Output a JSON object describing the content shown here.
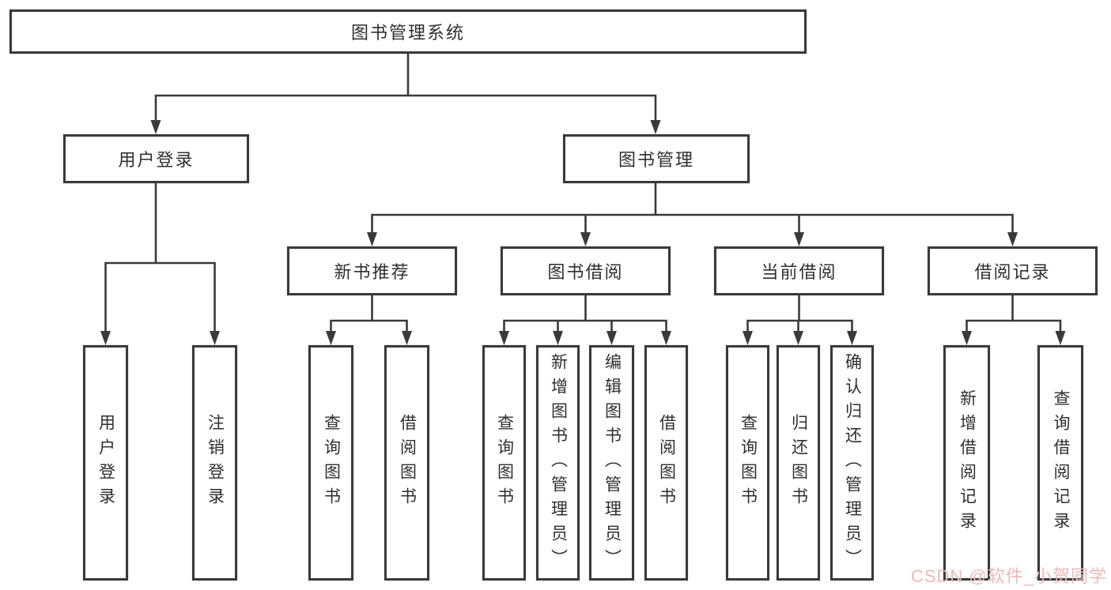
{
  "diagram": {
    "title": "图书管理系统",
    "nodes": {
      "root": {
        "label": "图书管理系统"
      },
      "user_login": {
        "label": "用户登录"
      },
      "book_mgmt": {
        "label": "图书管理"
      },
      "new_book_rec": {
        "label": "新书推荐"
      },
      "book_borrow": {
        "label": "图书借阅"
      },
      "current_borrow": {
        "label": "当前借阅"
      },
      "borrow_records": {
        "label": "借阅记录"
      },
      "leaf_user_login": {
        "label": "用户登录"
      },
      "leaf_logout": {
        "label": "注销登录"
      },
      "leaf_nb_query": {
        "label": "查询图书"
      },
      "leaf_nb_borrow": {
        "label": "借阅图书"
      },
      "leaf_bb_query": {
        "label": "查询图书"
      },
      "leaf_bb_add": {
        "label": "新增图书（管理员）"
      },
      "leaf_bb_edit": {
        "label": "编辑图书（管理员）"
      },
      "leaf_bb_borrow": {
        "label": "借阅图书"
      },
      "leaf_cb_query": {
        "label": "查询图书"
      },
      "leaf_cb_return": {
        "label": "归还图书"
      },
      "leaf_cb_confirm": {
        "label": "确认归还（管理员）"
      },
      "leaf_rec_add": {
        "label": "新增借阅记录"
      },
      "leaf_rec_query": {
        "label": "查询借阅记录"
      }
    },
    "edges": [
      [
        "root",
        "user_login"
      ],
      [
        "root",
        "book_mgmt"
      ],
      [
        "user_login",
        "leaf_user_login"
      ],
      [
        "user_login",
        "leaf_logout"
      ],
      [
        "book_mgmt",
        "new_book_rec"
      ],
      [
        "book_mgmt",
        "book_borrow"
      ],
      [
        "book_mgmt",
        "current_borrow"
      ],
      [
        "book_mgmt",
        "borrow_records"
      ],
      [
        "new_book_rec",
        "leaf_nb_query"
      ],
      [
        "new_book_rec",
        "leaf_nb_borrow"
      ],
      [
        "book_borrow",
        "leaf_bb_query"
      ],
      [
        "book_borrow",
        "leaf_bb_add"
      ],
      [
        "book_borrow",
        "leaf_bb_edit"
      ],
      [
        "book_borrow",
        "leaf_bb_borrow"
      ],
      [
        "current_borrow",
        "leaf_cb_query"
      ],
      [
        "current_borrow",
        "leaf_cb_return"
      ],
      [
        "current_borrow",
        "leaf_cb_confirm"
      ],
      [
        "borrow_records",
        "leaf_rec_add"
      ],
      [
        "borrow_records",
        "leaf_rec_query"
      ]
    ],
    "colors": {
      "line": "#3a3a3a",
      "box_border": "#3a3a3a",
      "text": "#2f2f2f",
      "background": "#ffffff",
      "watermark": "#ecb9b9"
    }
  },
  "watermark": {
    "text": "CSDN @软件_小贺同学"
  }
}
